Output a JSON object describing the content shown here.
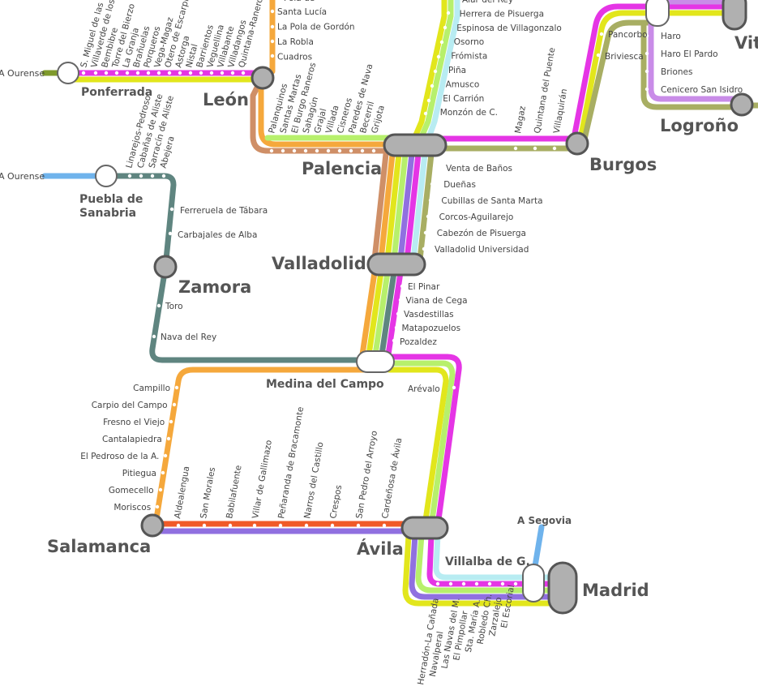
{
  "colors": {
    "magenta": "#e535e5",
    "yellow": "#e2e61c",
    "lightgreen": "#b7f06c",
    "olive": "#a8ae63",
    "orange": "#f5a83c",
    "brown": "#cf8f67",
    "slate": "#5f8580",
    "blue": "#6fb3ec",
    "lightblue": "#b8ecf2",
    "violet": "#9070e0",
    "redorange": "#f05a28",
    "mauve": "#c98ce8",
    "darkolive": "#7f9a2c"
  },
  "hubs": {
    "leon": "León",
    "ponferrada": "Ponferrada",
    "palencia": "Palencia",
    "burgos": "Burgos",
    "logrono": "Logroño",
    "vitoria": "Vit",
    "valladolid": "Valladolid",
    "zamora": "Zamora",
    "puebla_1": "Puebla de",
    "puebla_2": "Sanabria",
    "medina": "Medina del Campo",
    "salamanca": "Salamanca",
    "avila": "Ávila",
    "madrid": "Madrid",
    "villalba": "Villalba de G.",
    "segovia": "A Segovia",
    "ourense_1": "A Ourense",
    "ourense_2": "A Ourense"
  },
  "stops": {
    "leon_north": [
      "Santa Lucía",
      "La Pola de Gordón",
      "La Robla",
      "Cuadros"
    ],
    "ponferrada_leon": [
      "S. Miguel de las D.",
      "Villaverde de los C.",
      "Bembibre",
      "Torre del Bierzo",
      "La Granja",
      "Brañuelas",
      "Porqueros",
      "Vega-Magaz",
      "Otero de Escarpizo",
      "Astorga",
      "Nistal",
      "Barrientos",
      "Veguellina",
      "Villabante",
      "Villadangos",
      "Quintana-Raneros"
    ],
    "leon_palencia": [
      "Palanquinos",
      "Santas Martas",
      "El Burgo Raneros",
      "Sahagún",
      "Grajal",
      "Villada",
      "Cisneros",
      "Paredes de Nava",
      "Becerril",
      "Grijota"
    ],
    "palencia_north": [
      "Alar del Rey",
      "Herrera de Pisuerga",
      "Espinosa de Villagonzalo",
      "Osorno",
      "Frómista",
      "Piña",
      "Amusco",
      "El Carrión",
      "Monzón de C."
    ],
    "palencia_burgos": [
      "Magaz",
      "Quintana del Puente",
      "Villaquirán"
    ],
    "burgos_north": [
      "Pancorbo",
      "Briviesca"
    ],
    "logrono_line": [
      "Haro",
      "Haro El Pardo",
      "Briones",
      "Cenicero San Isidro"
    ],
    "palencia_valladolid": [
      "Venta de Baños",
      "Dueñas",
      "Cubillas de Santa Marta",
      "Corcos-Aguilarejo",
      "Cabezón de Pisuerga",
      "Valladolid Universidad"
    ],
    "valladolid_medina": [
      "El Pinar",
      "Viana de Cega",
      "Vasdestillas",
      "Matapozuelos",
      "Pozaldez"
    ],
    "puebla_zamora": [
      "Linarejos-Pedroso",
      "Cabañas de Aliste",
      "Sarracín de Aliste",
      "Abejera"
    ],
    "zamora_north": [
      "Ferreruela de Tábara",
      "Carbajales de Alba"
    ],
    "zamora_medina": [
      "Toro",
      "Nava del Rey"
    ],
    "medina_avila": [
      "Arévalo"
    ],
    "medina_salamanca": [
      "Campillo",
      "Carpio del Campo",
      "Fresno el Viejo",
      "Cantalapiedra",
      "El Pedroso de la A.",
      "Pitiegua",
      "Gomecello",
      "Moriscos"
    ],
    "salamanca_avila": [
      "Aldealengua",
      "San Morales",
      "Babilafuente",
      "Villar de Gallimazo",
      "Peñaranda de Bracamonte",
      "Narros del Castillo",
      "Crespos",
      "San Pedro del Arroyo",
      "Cardeñosa de Ávila"
    ],
    "avila_madrid": [
      "Herradón-La Cañada",
      "Navalperal",
      "Las Navas del M.",
      "El Pimpollar",
      "Sta. María A.",
      "Robledo Ch.",
      "Zarzalejo",
      "El Escorial"
    ],
    "leon_north_partial": "Pola de"
  }
}
